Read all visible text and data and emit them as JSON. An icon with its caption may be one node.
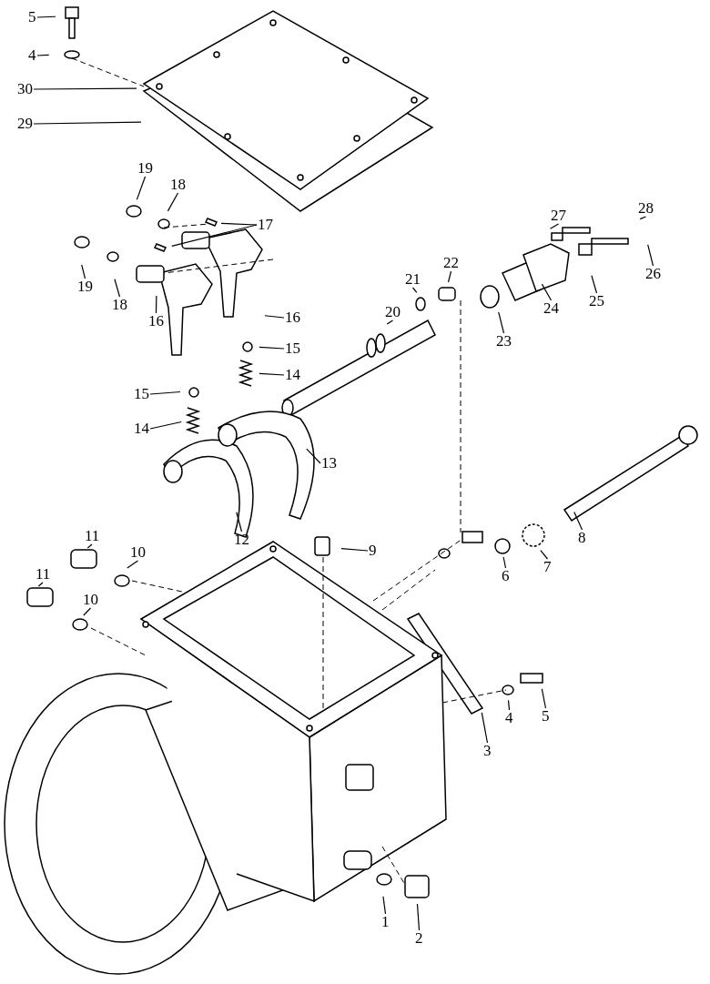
{
  "diagram": {
    "nodes": [
      {
        "text": [
          "5"
        ]
      },
      {
        "text": [
          "4"
        ]
      },
      {
        "text": [
          "30"
        ]
      },
      {
        "text": [
          "29"
        ]
      },
      {
        "text": [
          "19"
        ]
      },
      {
        "text": [
          "18"
        ]
      },
      {
        "text": [
          "17"
        ]
      },
      {
        "text": [
          "28"
        ]
      },
      {
        "text": [
          "27"
        ]
      },
      {
        "text": [
          "26"
        ]
      },
      {
        "text": [
          "25"
        ]
      },
      {
        "text": [
          "24"
        ]
      },
      {
        "text": [
          "23"
        ]
      },
      {
        "text": [
          "22"
        ]
      },
      {
        "text": [
          "21"
        ]
      },
      {
        "text": [
          "20"
        ]
      },
      {
        "text": [
          "19"
        ]
      },
      {
        "text": [
          "18"
        ]
      },
      {
        "text": [
          "16"
        ]
      },
      {
        "text": [
          "16"
        ]
      },
      {
        "text": [
          "15"
        ]
      },
      {
        "text": [
          "14"
        ]
      },
      {
        "text": [
          "15"
        ]
      },
      {
        "text": [
          "14"
        ]
      },
      {
        "text": [
          "13"
        ]
      },
      {
        "text": [
          "12"
        ]
      },
      {
        "text": [
          "9"
        ]
      },
      {
        "text": [
          "8"
        ]
      },
      {
        "text": [
          "7"
        ]
      },
      {
        "text": [
          "6"
        ]
      },
      {
        "text": [
          "11"
        ]
      },
      {
        "text": [
          "10"
        ]
      },
      {
        "text": [
          "11"
        ]
      },
      {
        "text": [
          "10"
        ]
      },
      {
        "text": [
          "5"
        ]
      },
      {
        "text": [
          "4"
        ]
      },
      {
        "text": [
          "3"
        ]
      },
      {
        "text": [
          "1"
        ]
      },
      {
        "text": [
          "2"
        ]
      }
    ],
    "edges": [
      {
        "from": 0,
        "to": null,
        "arrow": "none"
      },
      {
        "from": 1,
        "to": null,
        "arrow": "none"
      },
      {
        "from": 2,
        "to": null,
        "arrow": "none"
      },
      {
        "from": 3,
        "to": null,
        "arrow": "none"
      },
      {
        "from": 4,
        "to": null,
        "arrow": "none"
      },
      {
        "from": 5,
        "to": null,
        "arrow": "none"
      },
      {
        "from": 6,
        "to": null,
        "arrow": "none"
      },
      {
        "from": 6,
        "to": null,
        "arrow": "none"
      },
      {
        "from": 7,
        "to": null,
        "arrow": "none"
      },
      {
        "from": 8,
        "to": null,
        "arrow": "none"
      },
      {
        "from": 9,
        "to": null,
        "arrow": "none"
      },
      {
        "from": 10,
        "to": null,
        "arrow": "none"
      },
      {
        "from": 11,
        "to": null,
        "arrow": "none"
      },
      {
        "from": 12,
        "to": null,
        "arrow": "none"
      },
      {
        "from": 13,
        "to": null,
        "arrow": "none"
      },
      {
        "from": 14,
        "to": null,
        "arrow": "none"
      },
      {
        "from": 15,
        "to": null,
        "arrow": "none"
      },
      {
        "from": 16,
        "to": null,
        "arrow": "none"
      },
      {
        "from": 17,
        "to": null,
        "arrow": "none"
      },
      {
        "from": 18,
        "to": null,
        "arrow": "none"
      },
      {
        "from": 19,
        "to": null,
        "arrow": "none"
      },
      {
        "from": 20,
        "to": null,
        "arrow": "none"
      },
      {
        "from": 21,
        "to": null,
        "arrow": "none"
      },
      {
        "from": 22,
        "to": null,
        "arrow": "none"
      },
      {
        "from": 23,
        "to": null,
        "arrow": "none"
      },
      {
        "from": 24,
        "to": null,
        "arrow": "none"
      },
      {
        "from": 25,
        "to": null,
        "arrow": "none"
      },
      {
        "from": 26,
        "to": null,
        "arrow": "none"
      },
      {
        "from": 27,
        "to": null,
        "arrow": "none"
      },
      {
        "from": 28,
        "to": null,
        "arrow": "none"
      },
      {
        "from": 29,
        "to": null,
        "arrow": "none"
      },
      {
        "from": 30,
        "to": null,
        "arrow": "none"
      },
      {
        "from": 31,
        "to": null,
        "arrow": "none"
      },
      {
        "from": 32,
        "to": null,
        "arrow": "none"
      },
      {
        "from": 33,
        "to": null,
        "arrow": "none"
      },
      {
        "from": 34,
        "to": null,
        "arrow": "none"
      },
      {
        "from": 35,
        "to": null,
        "arrow": "none"
      },
      {
        "from": 36,
        "to": null,
        "arrow": "none"
      },
      {
        "from": 37,
        "to": null,
        "arrow": "none"
      },
      {
        "from": 38,
        "to": null,
        "arrow": "none"
      }
    ]
  }
}
